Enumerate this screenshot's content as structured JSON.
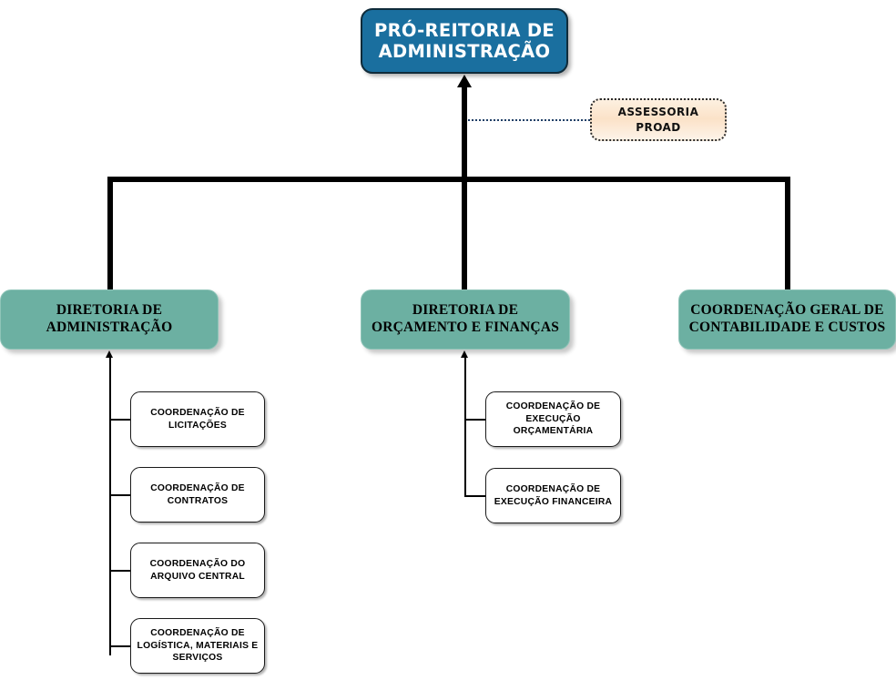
{
  "diagram": {
    "title": "Organograma PRÓ-REITORIA DE ADMINISTRAÇÃO",
    "type": "org-chart",
    "colors": {
      "root_fill": "#1a6f9f",
      "root_text": "#ffffff",
      "directorate_fill": "#6cb0a2",
      "directorate_text": "#000000",
      "advisory_fill": "#fbe2c8",
      "advisory_border": "#2b2b2b",
      "leaf_fill": "#ffffff",
      "leaf_border": "#1a1a1a",
      "connector": "#000000",
      "dotted_connector": "#1f3f66",
      "background": "#ffffff"
    }
  },
  "root": {
    "label": "PRÓ-REITORIA DE\nADMINISTRAÇÃO"
  },
  "advisory": {
    "label": "ASSESSORIA\nPROAD"
  },
  "branches": [
    {
      "label": "DIRETORIA DE\nADMINISTRAÇÃO",
      "children": [
        {
          "label": "COORDENAÇÃO DE\nLICITAÇÕES"
        },
        {
          "label": "COORDENAÇÃO DE\nCONTRATOS"
        },
        {
          "label": "COORDENAÇÃO DO\nARQUIVO CENTRAL"
        },
        {
          "label": "COORDENAÇÃO DE\nLOGÍSTICA, MATERIAIS E\nSERVIÇOS"
        }
      ]
    },
    {
      "label": "DIRETORIA DE\nORÇAMENTO E FINANÇAS",
      "children": [
        {
          "label": "COORDENAÇÃO DE\nEXECUÇÃO\nORÇAMENTÁRIA"
        },
        {
          "label": "COORDENAÇÃO DE\nEXECUÇÃO FINANCEIRA"
        }
      ]
    },
    {
      "label": "COORDENAÇÃO GERAL DE\nCONTABILIDADE E CUSTOS",
      "children": []
    }
  ]
}
